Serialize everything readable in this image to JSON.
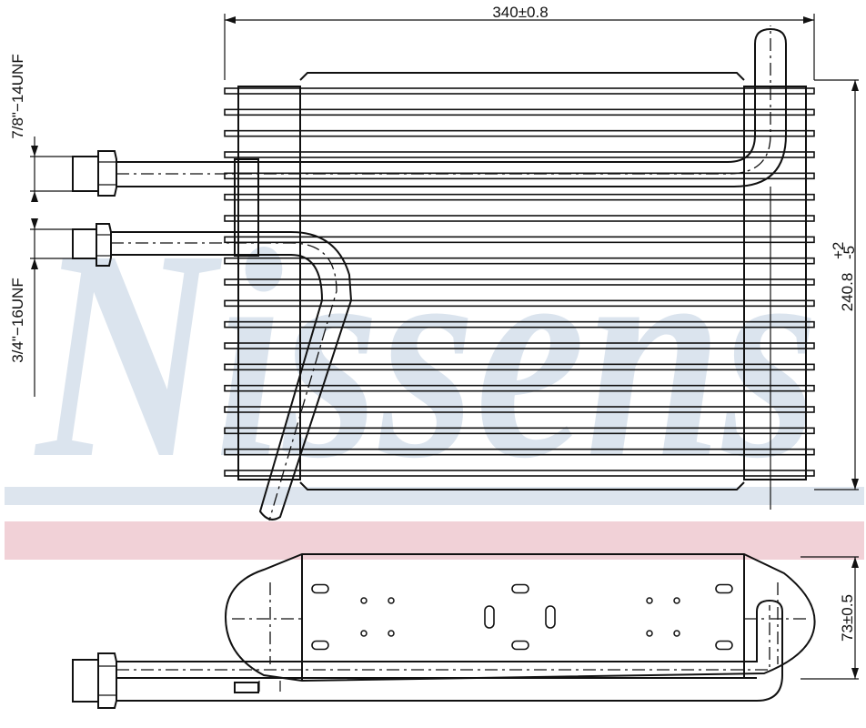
{
  "watermark": {
    "text": "Nissens",
    "text_color": "#dbe4ee",
    "band_blue": "#dde5ee",
    "band_pink": "#f1d1d7"
  },
  "dimensions": {
    "width": "340±0.8",
    "height_value": "240.8",
    "height_tol_upper": "+2",
    "height_tol_lower": "-5",
    "depth": "73±0.5"
  },
  "threads": {
    "upper": "7/8\"−14UNF",
    "lower": "3/4\"−16UNF"
  }
}
